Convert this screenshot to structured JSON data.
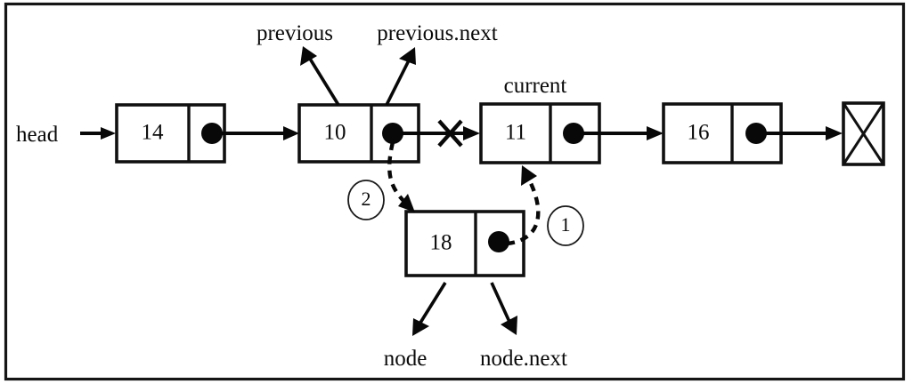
{
  "figure": {
    "title": "Linked list node insertion",
    "border_color": "#151515",
    "ink_color": "#080808",
    "background": "#ffffff"
  },
  "pointers": {
    "head_label": "head",
    "previous_label": "previous",
    "previous_next_label": "previous.next",
    "current_label": "current",
    "node_label": "node",
    "node_next_label": "node.next"
  },
  "list_nodes": [
    {
      "id": "node-14",
      "value": "14"
    },
    {
      "id": "node-10",
      "value": "10"
    },
    {
      "id": "node-11",
      "value": "11"
    },
    {
      "id": "node-16",
      "value": "16"
    }
  ],
  "new_node": {
    "id": "node-18",
    "value": "18"
  },
  "terminator": {
    "symbol": "null-box"
  },
  "steps": [
    {
      "number": "1",
      "describes": "node.next points to current"
    },
    {
      "number": "2",
      "describes": "previous.next points to node"
    }
  ],
  "broken_link": {
    "marker": "x-mark",
    "between": "10 -> 11"
  }
}
